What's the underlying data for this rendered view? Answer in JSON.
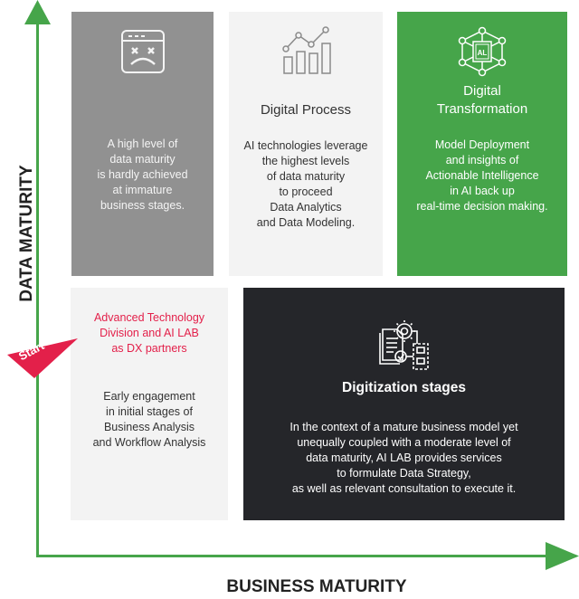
{
  "axes": {
    "y_label": "DATA MATURITY",
    "x_label": "BUSINESS MATURITY",
    "color": "#46a54a"
  },
  "start_marker": {
    "label": "Start",
    "color": "#e3204a"
  },
  "quadrants": {
    "top_left": {
      "icon": "error-browser-sad-face-icon",
      "title": "",
      "body": "A high level of\ndata maturity\nis hardly achieved\nat immature\nbusiness stages.",
      "background": "#919191"
    },
    "top_middle": {
      "icon": "bar-line-chart-icon",
      "title": "Digital Process",
      "body": "AI technologies leverage\nthe highest levels\nof data maturity\nto proceed\nData Analytics\nand Data Modeling.",
      "background": "#f3f3f3"
    },
    "top_right": {
      "icon": "ai-network-cube-icon",
      "icon_text": "AL",
      "title": "Digital\nTransformation",
      "body": "Model Deployment\nand insights of\nActionable Intelligence\nin AI back up\nreal-time decision making.",
      "background": "#46a54a"
    },
    "bottom_left": {
      "highlight": "Advanced Technology\nDivision and AI LAB\nas DX partners",
      "body": "Early engagement\nin initial stages of\nBusiness Analysis\nand Workflow Analysis",
      "background": "#f3f3f3",
      "highlight_color": "#e3204a"
    },
    "bottom_right": {
      "icon": "document-gear-workflow-icon",
      "title": "Digitization stages",
      "body": "In the context of a mature business model yet\nunequally coupled with a moderate level of\ndata maturity, AI LAB provides services\nto formulate Data Strategy,\nas well as relevant consultation to execute it.",
      "background": "#25262a"
    }
  }
}
